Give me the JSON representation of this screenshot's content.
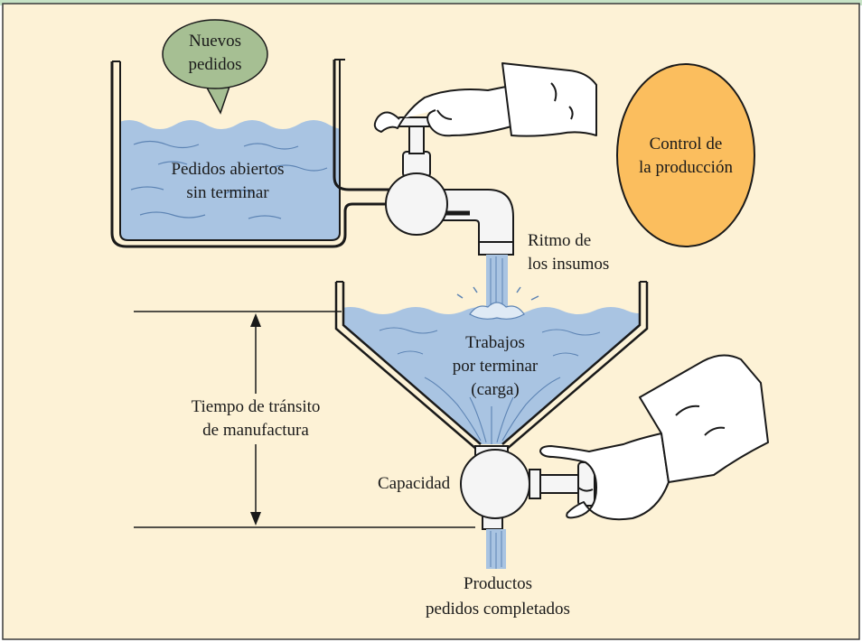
{
  "colors": {
    "background": "#fdf2d6",
    "top_band": "#c7e3c6",
    "border": "#3a3a3a",
    "water": "#a9c4e2",
    "water_line": "#5d84b4",
    "speech_bubble": "#a6bf93",
    "control_ellipse": "#fbbe5e",
    "metal": "#f5f5f5",
    "ink": "#1a1a1a"
  },
  "bubble": {
    "line1": "Nuevos",
    "line2": "pedidos"
  },
  "tank": {
    "line1": "Pedidos abiertos",
    "line2": "sin terminar"
  },
  "control": {
    "line1": "Control de",
    "line2": "la producción"
  },
  "input_rate": {
    "line1": "Ritmo de",
    "line2": "los insumos"
  },
  "funnel": {
    "line1": "Trabajos",
    "line2": "por terminar",
    "line3": "(carga)"
  },
  "transit_time": {
    "line1": "Tiempo de tránsito",
    "line2": "de manufactura"
  },
  "capacity": {
    "label": "Capacidad"
  },
  "output": {
    "line1": "Productos",
    "line2": "pedidos completados"
  }
}
